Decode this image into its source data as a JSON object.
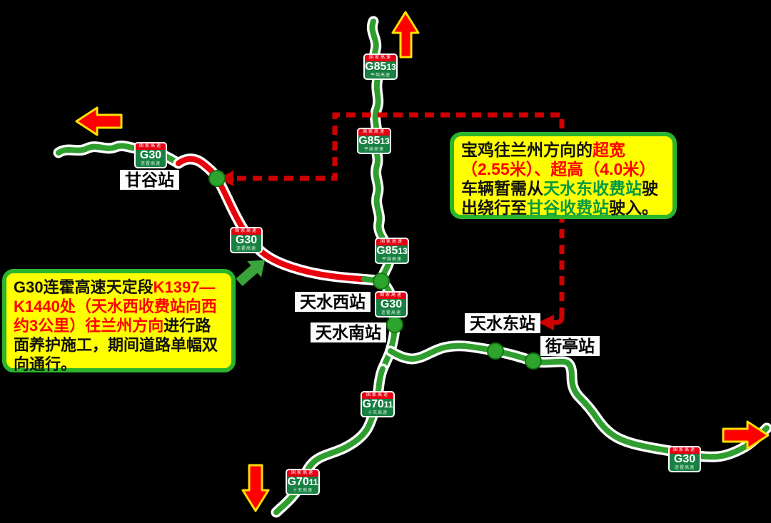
{
  "background": "#000000",
  "colors": {
    "road_green": "#2F9E2F",
    "road_casing": "#FFFFFF",
    "road_construction_red": "#E8000D",
    "detour_dash_red": "#CF0000",
    "box_fill_yellow": "#FFFF00",
    "box_border_green": "#2CB52C",
    "badge_green": "#188042",
    "badge_band_red": "#E60012",
    "big_arrow_red": "#FF0000",
    "big_arrow_outline_yellow": "#FFE000",
    "station_dot_green": "#2EA42E",
    "callout_arrow_green": "#3BA33B"
  },
  "badges": [
    {
      "band": "国家高速",
      "code": "G85",
      "code_sub": "13",
      "name": "平绵高速"
    },
    {
      "band": "国家高速",
      "code": "G85",
      "code_sub": "13",
      "name": "平绵高速"
    },
    {
      "band": "国家高速",
      "code": "G85",
      "code_sub": "13",
      "name": "平绵高速"
    },
    {
      "band": "国家高速",
      "code": "G30",
      "code_sub": "",
      "name": "连霍高速"
    },
    {
      "band": "国家高速",
      "code": "G30",
      "code_sub": "",
      "name": "连霍高速"
    },
    {
      "band": "国家高速",
      "code": "G30",
      "code_sub": "",
      "name": "连霍高速"
    },
    {
      "band": "国家高速",
      "code": "G30",
      "code_sub": "",
      "name": "连霍高速"
    },
    {
      "band": "国家高速",
      "code": "G70",
      "code_sub": "11",
      "name": "十天高速"
    },
    {
      "band": "国家高速",
      "code": "G70",
      "code_sub": "11",
      "name": "十天高速"
    }
  ],
  "stations": [
    {
      "label": "甘谷站"
    },
    {
      "label": "天水西站"
    },
    {
      "label": "天水南站"
    },
    {
      "label": "天水东站"
    },
    {
      "label": "街亭站"
    }
  ],
  "callout_construction": {
    "segments": [
      {
        "text": "G30连霍高速天定段",
        "color": "black"
      },
      {
        "text": "K1397—K1440处（天水西收费站向西约3公里）往兰州方向",
        "color": "red"
      },
      {
        "text": "进行路面养护施工，期间道路单幅双向通行。",
        "color": "black"
      }
    ]
  },
  "callout_detour": {
    "segments": [
      {
        "text": "宝鸡往兰州方向的",
        "color": "black"
      },
      {
        "text": "超宽（2.55米）、超高（4.0米）",
        "color": "red"
      },
      {
        "text": "车辆暂需从",
        "color": "black"
      },
      {
        "text": "天水东收费站",
        "color": "green"
      },
      {
        "text": "驶出绕行至",
        "color": "black"
      },
      {
        "text": "甘谷收费站",
        "color": "green"
      },
      {
        "text": "驶入。",
        "color": "black"
      }
    ]
  }
}
